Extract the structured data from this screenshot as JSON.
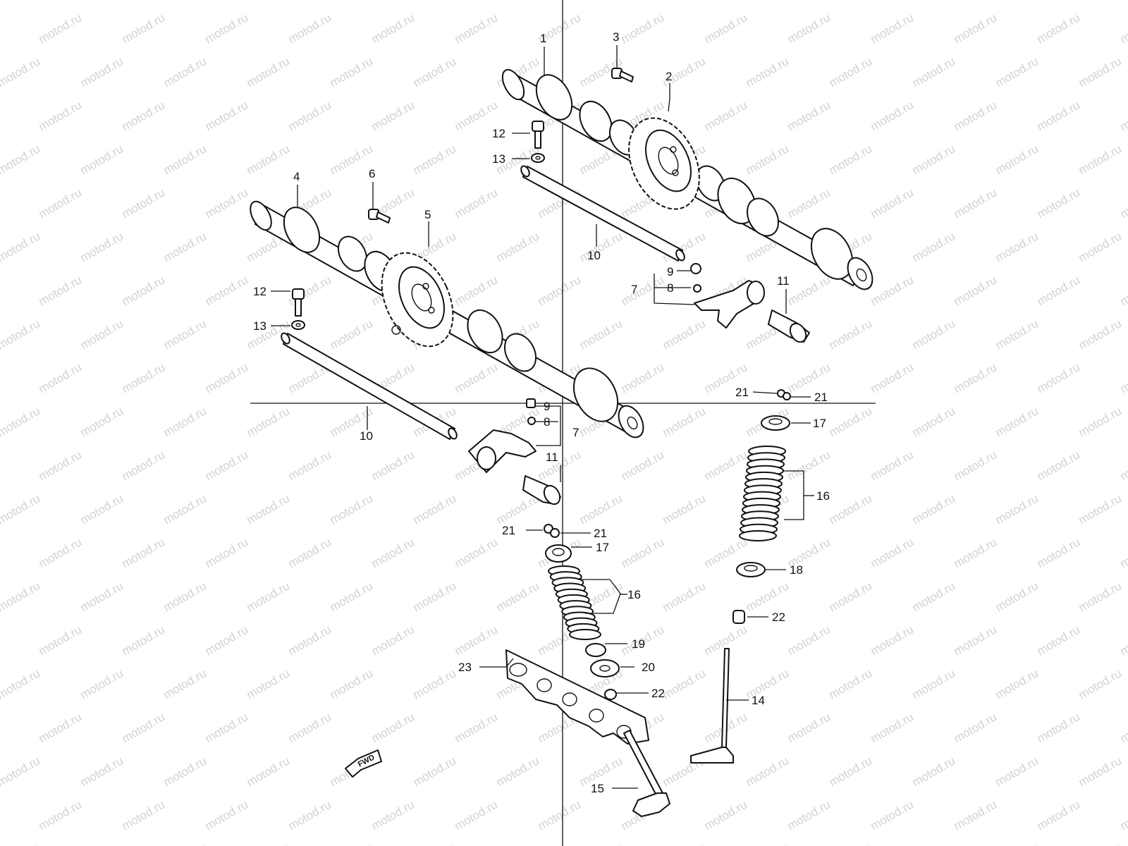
{
  "watermark": {
    "text": "motod.ru",
    "color": "#d2d2d2"
  },
  "fwd_badge": {
    "label": "FWD"
  },
  "callouts": {
    "c1": "1",
    "c2": "2",
    "c3": "3",
    "c4": "4",
    "c5": "5",
    "c6": "6",
    "c7a": "7",
    "c7b": "7",
    "c8a": "8",
    "c8b": "8",
    "c9a": "9",
    "c9b": "9",
    "c10a": "10",
    "c10b": "10",
    "c11a": "11",
    "c11b": "11",
    "c12a": "12",
    "c12b": "12",
    "c13a": "13",
    "c13b": "13",
    "c14": "14",
    "c15": "15",
    "c16a": "16",
    "c16b": "16",
    "c17a": "17",
    "c17b": "17",
    "c18": "18",
    "c19": "19",
    "c20": "20",
    "c21a": "21",
    "c21b": "21",
    "c21c": "21",
    "c21d": "21",
    "c22a": "22",
    "c22b": "22",
    "c23": "23"
  }
}
